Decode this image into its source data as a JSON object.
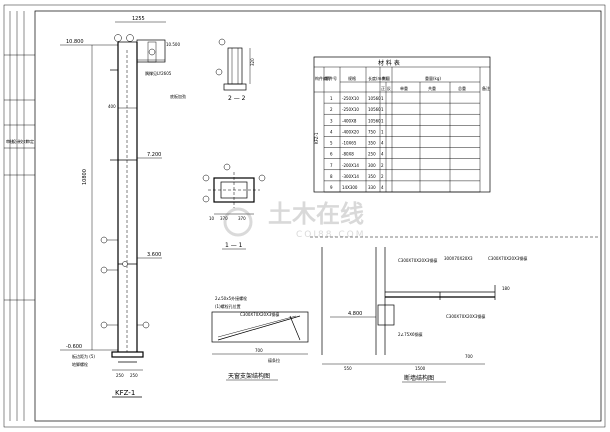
{
  "column": {
    "levels": [
      "10.800",
      "7.200",
      "3.600",
      "-0.600"
    ],
    "top_dim": "1255",
    "top_dim_small": "10.500",
    "height_dim": "10800",
    "dim_400": "400",
    "top_note": "隅撑见LY2605",
    "side_note": "底板加劲",
    "bottom_dims": [
      "250",
      "250"
    ],
    "base_note_1": "板边距为 (5)",
    "base_note_2": "地脚螺栓",
    "title": "KFZ-1"
  },
  "section_22": {
    "dim": "320",
    "title": "2 — 2"
  },
  "section_11": {
    "dims": [
      "10",
      "370",
      "370"
    ],
    "title": "1 — 1"
  },
  "material_table": {
    "title": "材   料   表",
    "col_headers": [
      "构件编号",
      "零件号",
      "规格",
      "长度(mm)",
      "数量",
      "重量(kg)"
    ],
    "sub_headers": [
      "正",
      "反",
      "单重",
      "共重",
      "总重",
      "备注"
    ],
    "member": "KFZ-1",
    "rows": [
      {
        "no": "1",
        "spec": "-250X10",
        "len": "10560",
        "qty": "1"
      },
      {
        "no": "2",
        "spec": "-250X10",
        "len": "10560",
        "qty": "1"
      },
      {
        "no": "3",
        "spec": "-400X8",
        "len": "10560",
        "qty": "1"
      },
      {
        "no": "4",
        "spec": "-400X20",
        "len": "750",
        "qty": "1"
      },
      {
        "no": "5",
        "spec": "-10X65",
        "len": "350",
        "qty": "4"
      },
      {
        "no": "6",
        "spec": "-80X8",
        "len": "250",
        "qty": "4"
      },
      {
        "no": "7",
        "spec": "-200X14",
        "len": "300",
        "qty": "2"
      },
      {
        "no": "8",
        "spec": "-300X14",
        "len": "350",
        "qty": "2"
      },
      {
        "no": "9",
        "spec": "14X300",
        "len": "330",
        "qty": "4"
      }
    ]
  },
  "skylight": {
    "note_1": "2∠50x5外接螺栓",
    "note_2": "(1)螺栓孔位置",
    "beam_label": "C300X70X20X3钢檩",
    "dim": "700",
    "base_label": "檩条拉",
    "title": "天窗支架结构图"
  },
  "detail_right": {
    "labels": [
      "C300X70X20X3钢檩",
      "300X70X20X3",
      "C300X70X20X3钢檩",
      "C300X70X20X3钢檩",
      "2∠75X6钢檩"
    ],
    "level": "4.800",
    "dims": [
      "550",
      "1500",
      "700",
      "180"
    ],
    "title": "断墙结构图"
  },
  "watermark": {
    "text": "土木在线",
    "sub": "COI88.COM"
  },
  "title_block": {
    "cells": [
      "审核",
      "设计",
      "校对",
      "审定"
    ]
  }
}
